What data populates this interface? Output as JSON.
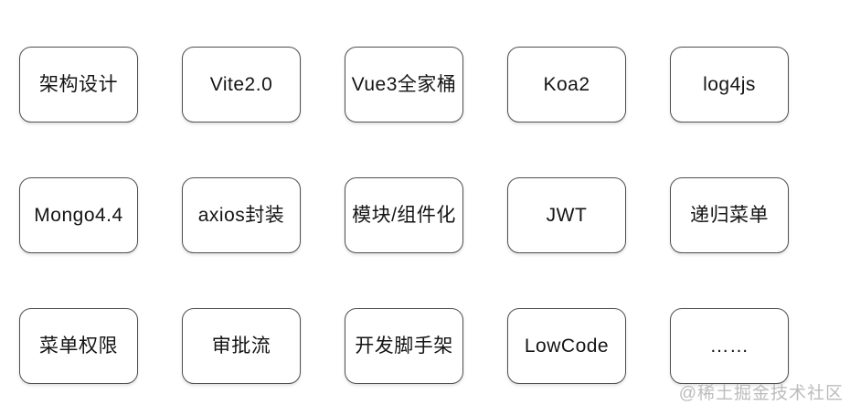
{
  "diagram": {
    "description": "Tech stack feature grid, 3 rows by 5 columns of rounded boxes",
    "nodes": [
      {
        "label": "架构设计"
      },
      {
        "label": "Vite2.0"
      },
      {
        "label": "Vue3全家桶"
      },
      {
        "label": "Koa2"
      },
      {
        "label": "log4js"
      },
      {
        "label": "Mongo4.4"
      },
      {
        "label": "axios封装"
      },
      {
        "label": "模块/组件化"
      },
      {
        "label": "JWT"
      },
      {
        "label": "递归菜单"
      },
      {
        "label": "菜单权限"
      },
      {
        "label": "审批流"
      },
      {
        "label": "开发脚手架"
      },
      {
        "label": "LowCode"
      },
      {
        "label": "……"
      }
    ]
  },
  "watermark": {
    "text": "@稀土掘金技术社区"
  },
  "colors": {
    "background": "#ffffff",
    "node_border": "#4f4f4f",
    "node_text": "#141414",
    "watermark_text": "#bcbcbc"
  }
}
